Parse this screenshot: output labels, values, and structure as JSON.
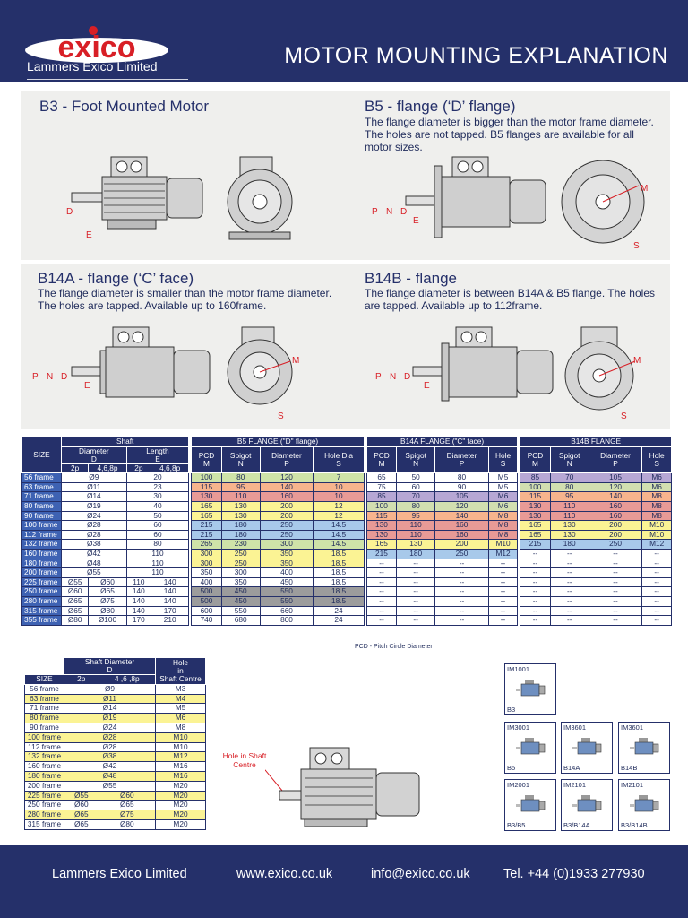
{
  "brand": {
    "logo_text": "exico",
    "company": "Lammers Exico Limited",
    "accent": "#d81f26",
    "navy": "#25306a"
  },
  "page_title": "MOTOR MOUNTING EXPLANATION",
  "panels": {
    "b3": {
      "title": "B3 - Foot Mounted Motor"
    },
    "b5": {
      "title": "B5 - flange (‘D’ flange)",
      "desc": "The flange diameter is bigger than the motor frame diameter. The holes are not tapped. B5 flanges are available for all motor sizes."
    },
    "b14a": {
      "title": "B14A - flange (‘C’ face)",
      "desc": "The flange diameter is smaller than the motor frame diameter. The holes are tapped. Available up to 160frame."
    },
    "b14b": {
      "title": "B14B - flange",
      "desc": "The flange diameter is between B14A &  B5 flange. The holes are tapped. Available up to 112frame."
    }
  },
  "dim_letters": {
    "d": "D",
    "e": "E",
    "n": "N",
    "p": "P",
    "m": "M",
    "s": "S"
  },
  "table1": {
    "size_header": "SIZE",
    "shaft_header": "Shaft",
    "diameter": "Diameter",
    "diameter_sym": "D",
    "length": "Length",
    "length_sym": "E",
    "p2": "2p",
    "p468": "4,6,8p",
    "b5_header": "B5 FLANGE (\"D\" flange)",
    "b14a_header": "B14A  FLANGE (\"C\" face)",
    "b14b_header": "B14B  FLANGE",
    "b5_cols": [
      [
        "PCD",
        "M"
      ],
      [
        "Spigot",
        "N"
      ],
      [
        "Diameter",
        "P"
      ],
      [
        "Hole Dia",
        "S"
      ]
    ],
    "b14a_cols": [
      [
        "PCD",
        "M"
      ],
      [
        "Spigot",
        "N"
      ],
      [
        "Diameter",
        "P"
      ],
      [
        "Hole",
        "S"
      ]
    ],
    "b14b_cols": [
      [
        "PCD",
        "M"
      ],
      [
        "Spigot",
        "N"
      ],
      [
        "Diameter",
        "P"
      ],
      [
        "Hole",
        "S"
      ]
    ],
    "rows": [
      {
        "size": "56 frame",
        "d2": "Ø9",
        "l2": "20",
        "b5": [
          "100",
          "80",
          "120",
          "7"
        ],
        "b5c": "gr",
        "b14a": [
          "65",
          "50",
          "80",
          "M5"
        ],
        "b14ac": "",
        "b14b": [
          "85",
          "70",
          "105",
          "M6"
        ],
        "b14bc": "pu"
      },
      {
        "size": "63 frame",
        "d2": "Ø11",
        "l2": "23",
        "b5": [
          "115",
          "95",
          "140",
          "10"
        ],
        "b5c": "or",
        "b14a": [
          "75",
          "60",
          "90",
          "M5"
        ],
        "b14ac": "",
        "b14b": [
          "100",
          "80",
          "120",
          "M6"
        ],
        "b14bc": "lg"
      },
      {
        "size": "71 frame",
        "d2": "Ø14",
        "l2": "30",
        "b5": [
          "130",
          "110",
          "160",
          "10"
        ],
        "b5c": "pk",
        "b14a": [
          "85",
          "70",
          "105",
          "M6"
        ],
        "b14ac": "pu",
        "b14b": [
          "115",
          "95",
          "140",
          "M8"
        ],
        "b14bc": "or"
      },
      {
        "size": "80 frame",
        "d2": "Ø19",
        "l2": "40",
        "b5": [
          "165",
          "130",
          "200",
          "12"
        ],
        "b5c": "ye",
        "b14a": [
          "100",
          "80",
          "120",
          "M6"
        ],
        "b14ac": "lg",
        "b14b": [
          "130",
          "110",
          "160",
          "M8"
        ],
        "b14bc": "pk"
      },
      {
        "size": "90 frame",
        "d2": "Ø24",
        "l2": "50",
        "b5": [
          "165",
          "130",
          "200",
          "12"
        ],
        "b5c": "ye",
        "b14a": [
          "115",
          "95",
          "140",
          "M8"
        ],
        "b14ac": "or",
        "b14b": [
          "130",
          "110",
          "160",
          "M8"
        ],
        "b14bc": "pk"
      },
      {
        "size": "100 frame",
        "d2": "Ø28",
        "l2": "60",
        "b5": [
          "215",
          "180",
          "250",
          "14.5"
        ],
        "b5c": "bl",
        "b14a": [
          "130",
          "110",
          "160",
          "M8"
        ],
        "b14ac": "pk",
        "b14b": [
          "165",
          "130",
          "200",
          "M10"
        ],
        "b14bc": "ye"
      },
      {
        "size": "112 frame",
        "d2": "Ø28",
        "l2": "60",
        "b5": [
          "215",
          "180",
          "250",
          "14.5"
        ],
        "b5c": "bl",
        "b14a": [
          "130",
          "110",
          "160",
          "M8"
        ],
        "b14ac": "pk",
        "b14b": [
          "165",
          "130",
          "200",
          "M10"
        ],
        "b14bc": "ye"
      },
      {
        "size": "132 frame",
        "d2": "Ø38",
        "l2": "80",
        "b5": [
          "265",
          "230",
          "300",
          "14.5"
        ],
        "b5c": "gr",
        "b14a": [
          "165",
          "130",
          "200",
          "M10"
        ],
        "b14ac": "ye",
        "b14b": [
          "215",
          "180",
          "250",
          "M12"
        ],
        "b14bc": "bl"
      },
      {
        "size": "160 frame",
        "d2": "Ø42",
        "l2": "110",
        "b5": [
          "300",
          "250",
          "350",
          "18.5"
        ],
        "b5c": "ye",
        "b14a": [
          "215",
          "180",
          "250",
          "M12"
        ],
        "b14ac": "bl",
        "b14b": [
          "--",
          "--",
          "--",
          "--"
        ],
        "b14bc": ""
      },
      {
        "size": "180 frame",
        "d2": "Ø48",
        "l2": "110",
        "b5": [
          "300",
          "250",
          "350",
          "18.5"
        ],
        "b5c": "ye",
        "b14a": [
          "--",
          "--",
          "--",
          "--"
        ],
        "b14ac": "",
        "b14b": [
          "--",
          "--",
          "--",
          "--"
        ],
        "b14bc": ""
      },
      {
        "size": "200 frame",
        "d2": "Ø55",
        "l2": "110",
        "b5": [
          "350",
          "300",
          "400",
          "18.5"
        ],
        "b5c": "",
        "b14a": [
          "--",
          "--",
          "--",
          "--"
        ],
        "b14ac": "",
        "b14b": [
          "--",
          "--",
          "--",
          "--"
        ],
        "b14bc": ""
      },
      {
        "size": "225 frame",
        "d": [
          "Ø55",
          "Ø60"
        ],
        "l": [
          "110",
          "140"
        ],
        "b5": [
          "400",
          "350",
          "450",
          "18.5"
        ],
        "b5c": "",
        "b14a": [
          "--",
          "--",
          "--",
          "--"
        ],
        "b14ac": "",
        "b14b": [
          "--",
          "--",
          "--",
          "--"
        ],
        "b14bc": ""
      },
      {
        "size": "250 frame",
        "d": [
          "Ø60",
          "Ø65"
        ],
        "l": [
          "140",
          "140"
        ],
        "b5": [
          "500",
          "450",
          "550",
          "18.5"
        ],
        "b5c": "gy",
        "b14a": [
          "--",
          "--",
          "--",
          "--"
        ],
        "b14ac": "",
        "b14b": [
          "--",
          "--",
          "--",
          "--"
        ],
        "b14bc": ""
      },
      {
        "size": "280 frame",
        "d": [
          "Ø65",
          "Ø75"
        ],
        "l": [
          "140",
          "140"
        ],
        "b5": [
          "500",
          "450",
          "550",
          "18.5"
        ],
        "b5c": "gy",
        "b14a": [
          "--",
          "--",
          "--",
          "--"
        ],
        "b14ac": "",
        "b14b": [
          "--",
          "--",
          "--",
          "--"
        ],
        "b14bc": ""
      },
      {
        "size": "315 frame",
        "d": [
          "Ø65",
          "Ø80"
        ],
        "l": [
          "140",
          "170"
        ],
        "b5": [
          "600",
          "550",
          "660",
          "24"
        ],
        "b5c": "",
        "b14a": [
          "--",
          "--",
          "--",
          "--"
        ],
        "b14ac": "",
        "b14b": [
          "--",
          "--",
          "--",
          "--"
        ],
        "b14bc": ""
      },
      {
        "size": "355 frame",
        "d": [
          "Ø80",
          "Ø100"
        ],
        "l": [
          "170",
          "210"
        ],
        "b5": [
          "740",
          "680",
          "800",
          "24"
        ],
        "b5c": "",
        "b14a": [
          "--",
          "--",
          "--",
          "--"
        ],
        "b14ac": "",
        "b14b": [
          "--",
          "--",
          "--",
          "--"
        ],
        "b14bc": ""
      }
    ],
    "pcd_note": "PCD - Pitch Circle Diameter"
  },
  "table2": {
    "size_header": "SIZE",
    "shaft_diameter": "Shaft Diameter",
    "d_sym": "D",
    "p2": "2p",
    "p468": "4 ,6 ,8p",
    "hole": "Hole",
    "hole_in": "in",
    "hole_where": "Shaft Centre",
    "rows": [
      {
        "size": "56 frame",
        "d": "Ø9",
        "hole": "M3",
        "y": false
      },
      {
        "size": "63 frame",
        "d": "Ø11",
        "hole": "M4",
        "y": true
      },
      {
        "size": "71 frame",
        "d": "Ø14",
        "hole": "M5",
        "y": false
      },
      {
        "size": "80 frame",
        "d": "Ø19",
        "hole": "M6",
        "y": true
      },
      {
        "size": "90 frame",
        "d": "Ø24",
        "hole": "M8",
        "y": false
      },
      {
        "size": "100 frame",
        "d": "Ø28",
        "hole": "M10",
        "y": true
      },
      {
        "size": "112 frame",
        "d": "Ø28",
        "hole": "M10",
        "y": false
      },
      {
        "size": "132 frame",
        "d": "Ø38",
        "hole": "M12",
        "y": true
      },
      {
        "size": "160 frame",
        "d": "Ø42",
        "hole": "M16",
        "y": false
      },
      {
        "size": "180 frame",
        "d": "Ø48",
        "hole": "M16",
        "y": true
      },
      {
        "size": "200 frame",
        "d": "Ø55",
        "hole": "M20",
        "y": false
      },
      {
        "size": "225 frame",
        "d2": [
          "Ø55",
          "Ø60"
        ],
        "hole": "M20",
        "y": true
      },
      {
        "size": "250 frame",
        "d2": [
          "Ø60",
          "Ø65"
        ],
        "hole": "M20",
        "y": false
      },
      {
        "size": "280 frame",
        "d2": [
          "Ø65",
          "Ø75"
        ],
        "hole": "M20",
        "y": true
      },
      {
        "size": "315 frame",
        "d2": [
          "Ø65",
          "Ø80"
        ],
        "hole": "M20",
        "y": false
      }
    ]
  },
  "hole_label": "Hole in Shaft Centre",
  "mountings": [
    {
      "code": "IM1001",
      "label": "B3"
    },
    {
      "code": "IM3001",
      "label": "B5"
    },
    {
      "code": "IM3601",
      "label": "B14A"
    },
    {
      "code": "IM3601",
      "label": "B14B"
    },
    {
      "code": "IM2001",
      "label": "B3/B5"
    },
    {
      "code": "IM2101",
      "label": "B3/B14A"
    },
    {
      "code": "IM2101",
      "label": "B3/B14B"
    }
  ],
  "footer": {
    "company": "Lammers Exico Limited",
    "website": "www.exico.co.uk",
    "email": "info@exico.co.uk",
    "phone": "Tel. +44 (0)1933 277930"
  }
}
